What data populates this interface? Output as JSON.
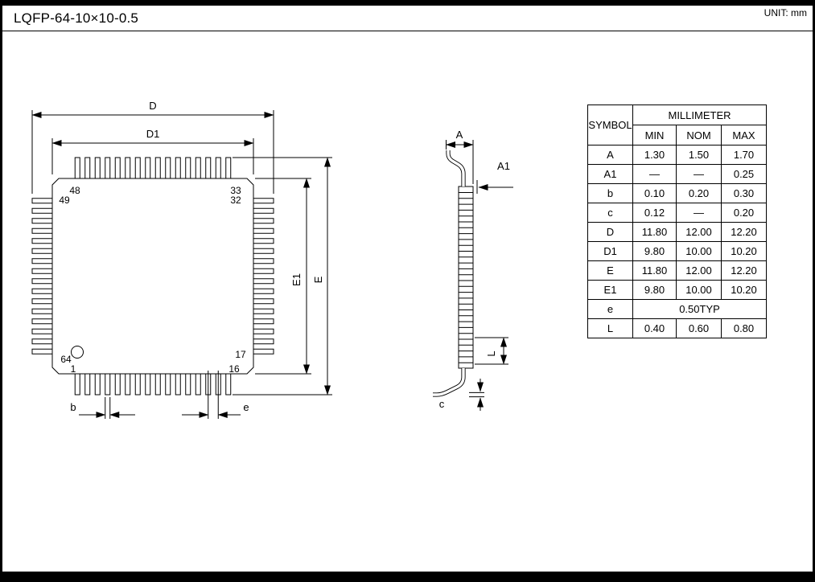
{
  "header": {
    "title": "LQFP-64-10×10-0.5",
    "unit": "UNIT: mm"
  },
  "drawing": {
    "top_view": {
      "pins_per_side": 16,
      "labels": {
        "D": "D",
        "D1": "D1",
        "E": "E",
        "E1": "E1",
        "b": "b",
        "e": "e"
      },
      "pin_labels": {
        "p48": "48",
        "p49": "49",
        "p33": "33",
        "p32": "32",
        "p64": "64",
        "p1": "1",
        "p17": "17",
        "p16": "16"
      }
    },
    "side_view": {
      "labels": {
        "A": "A",
        "A1": "A1",
        "L": "L",
        "c": "c"
      }
    }
  },
  "table": {
    "symbol_header": "SYMBOL",
    "unit_header": "MILLIMETER",
    "col_headers": [
      "MIN",
      "NOM",
      "MAX"
    ],
    "rows": [
      {
        "symbol": "A",
        "min": "1.30",
        "nom": "1.50",
        "max": "1.70"
      },
      {
        "symbol": "A1",
        "min": "—",
        "nom": "—",
        "max": "0.25"
      },
      {
        "symbol": "b",
        "min": "0.10",
        "nom": "0.20",
        "max": "0.30"
      },
      {
        "symbol": "c",
        "min": "0.12",
        "nom": "—",
        "max": "0.20"
      },
      {
        "symbol": "D",
        "min": "11.80",
        "nom": "12.00",
        "max": "12.20"
      },
      {
        "symbol": "D1",
        "min": "9.80",
        "nom": "10.00",
        "max": "10.20"
      },
      {
        "symbol": "E",
        "min": "11.80",
        "nom": "12.00",
        "max": "12.20"
      },
      {
        "symbol": "E1",
        "min": "9.80",
        "nom": "10.00",
        "max": "10.20"
      },
      {
        "symbol": "e",
        "span": "0.50TYP"
      },
      {
        "symbol": "L",
        "min": "0.40",
        "nom": "0.60",
        "max": "0.80"
      }
    ]
  }
}
